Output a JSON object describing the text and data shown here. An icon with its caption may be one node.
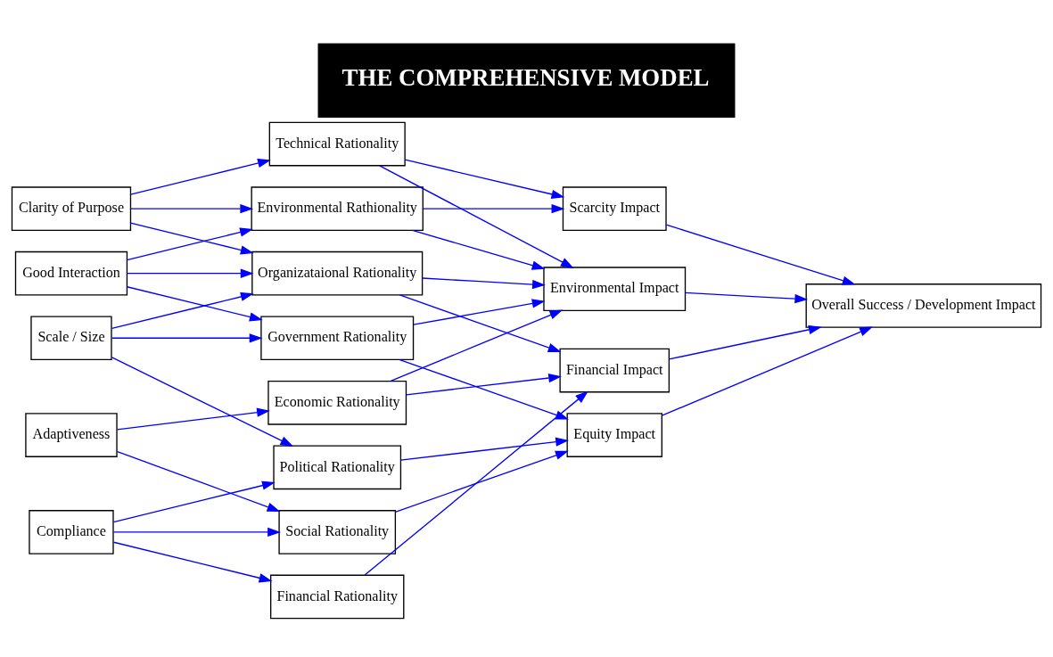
{
  "diagram": {
    "title": "THE COMPREHENSIVE MODEL",
    "nodes": [
      {
        "text": [
          "Clarity of Purpose"
        ]
      },
      {
        "text": [
          "Adaptiveness"
        ]
      },
      {
        "text": [
          "Scale / Size"
        ]
      },
      {
        "text": [
          "Compliance"
        ]
      },
      {
        "text": [
          "Good Interaction"
        ]
      },
      {
        "text": [
          "Technical Rationality"
        ]
      },
      {
        "text": [
          "Environmental Rathionality"
        ]
      },
      {
        "text": [
          "Economic Rationality"
        ]
      },
      {
        "text": [
          "Social Rationality"
        ]
      },
      {
        "text": [
          "Political Rationality"
        ]
      },
      {
        "text": [
          "Organizataional Rationality"
        ]
      },
      {
        "text": [
          "Financial Rationality"
        ]
      },
      {
        "text": [
          "Government Rationality"
        ]
      },
      {
        "text": [
          "Scarcity Impact"
        ]
      },
      {
        "text": [
          "Equity Impact"
        ]
      },
      {
        "text": [
          "Environmental Impact"
        ]
      },
      {
        "text": [
          "Financial Impact"
        ]
      },
      {
        "text": [
          "Overall Success / Development Impact"
        ]
      }
    ],
    "edges": [
      {
        "from": 0,
        "to": 5,
        "arrow": "to"
      },
      {
        "from": 0,
        "to": 6,
        "arrow": "to"
      },
      {
        "from": 0,
        "to": 10,
        "arrow": "to"
      },
      {
        "from": 1,
        "to": 7,
        "arrow": "to"
      },
      {
        "from": 1,
        "to": 8,
        "arrow": "to"
      },
      {
        "from": 2,
        "to": 9,
        "arrow": "to"
      },
      {
        "from": 2,
        "to": 10,
        "arrow": "to"
      },
      {
        "from": 2,
        "to": 12,
        "arrow": "to"
      },
      {
        "from": 3,
        "to": 8,
        "arrow": "to"
      },
      {
        "from": 3,
        "to": 9,
        "arrow": "to"
      },
      {
        "from": 3,
        "to": 11,
        "arrow": "to"
      },
      {
        "from": 4,
        "to": 6,
        "arrow": "to"
      },
      {
        "from": 4,
        "to": 10,
        "arrow": "to"
      },
      {
        "from": 4,
        "to": 12,
        "arrow": "to"
      },
      {
        "from": 5,
        "to": 13,
        "arrow": "to"
      },
      {
        "from": 5,
        "to": 15,
        "arrow": "to"
      },
      {
        "from": 6,
        "to": 13,
        "arrow": "to"
      },
      {
        "from": 6,
        "to": 15,
        "arrow": "to"
      },
      {
        "from": 7,
        "to": 15,
        "arrow": "to"
      },
      {
        "from": 7,
        "to": 16,
        "arrow": "to"
      },
      {
        "from": 8,
        "to": 14,
        "arrow": "to"
      },
      {
        "from": 9,
        "to": 14,
        "arrow": "to"
      },
      {
        "from": 10,
        "to": 15,
        "arrow": "to"
      },
      {
        "from": 10,
        "to": 16,
        "arrow": "to"
      },
      {
        "from": 11,
        "to": 16,
        "arrow": "to"
      },
      {
        "from": 12,
        "to": 14,
        "arrow": "to"
      },
      {
        "from": 12,
        "to": 15,
        "arrow": "to"
      },
      {
        "from": 13,
        "to": 17,
        "arrow": "to"
      },
      {
        "from": 14,
        "to": 17,
        "arrow": "to"
      },
      {
        "from": 15,
        "to": 17,
        "arrow": "to"
      },
      {
        "from": 16,
        "to": 17,
        "arrow": "to"
      }
    ]
  }
}
